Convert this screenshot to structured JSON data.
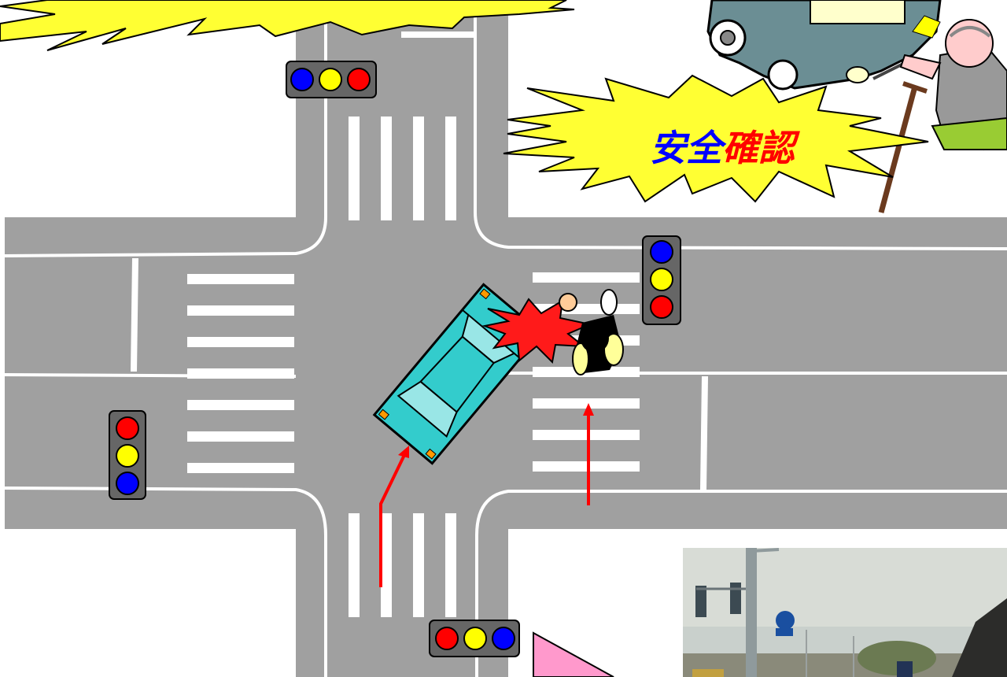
{
  "callouts": {
    "top_left": {
      "text": "",
      "color": "#0000ff"
    },
    "safety": {
      "part1": "安全",
      "part2": "確認",
      "color1": "#0000ff",
      "color2": "#ff0000"
    }
  },
  "colors": {
    "road": "#a0a0a0",
    "marking": "#ffffff",
    "burst_fill": "#ffff33",
    "car": "#33cccc",
    "collision": "#ff1a1a",
    "arrow": "#ff0000",
    "light_red": "#ff0000",
    "light_yellow": "#ffff00",
    "light_blue": "#0000ff",
    "pink_shape": "#ff99cc"
  },
  "traffic_lights": [
    {
      "id": "north",
      "orientation": "horizontal",
      "order": [
        "blue",
        "yellow",
        "red"
      ]
    },
    {
      "id": "east",
      "orientation": "vertical",
      "order": [
        "blue",
        "yellow",
        "red"
      ]
    },
    {
      "id": "west",
      "orientation": "vertical",
      "order": [
        "red",
        "yellow",
        "blue"
      ]
    },
    {
      "id": "south",
      "orientation": "horizontal",
      "order": [
        "red",
        "yellow",
        "blue"
      ]
    }
  ],
  "icons": {
    "car": "car-top-view-icon",
    "collision": "collision-burst-icon",
    "pedestrian": "pedestrian-icon",
    "elderly": "elderly-pedestrian-icon",
    "photo": "street-photo-icon"
  }
}
